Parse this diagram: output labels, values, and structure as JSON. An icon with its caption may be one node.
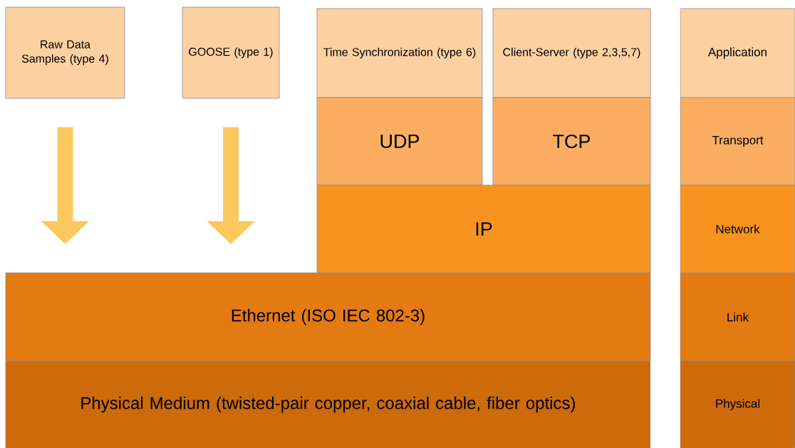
{
  "diagram": {
    "nodes": [
      {
        "text": [
          "Raw Data Samples (type 4)"
        ]
      },
      {
        "text": [
          "GOOSE (type 1)"
        ]
      },
      {
        "text": [
          "Time Synchronization (type 6)"
        ]
      },
      {
        "text": [
          "Client-Server (type 2,3,5,7)"
        ]
      },
      {
        "text": [
          "UDP"
        ]
      },
      {
        "text": [
          "TCP"
        ]
      },
      {
        "text": [
          "IP"
        ]
      },
      {
        "text": [
          "Ethernet (ISO IEC 802-3)"
        ]
      },
      {
        "text": [
          "Physical Medium (twisted-pair copper, coaxial cable, fiber optics)"
        ]
      },
      {
        "text": [
          "Application"
        ]
      },
      {
        "text": [
          "Transport"
        ]
      },
      {
        "text": [
          "Network"
        ]
      },
      {
        "text": [
          "Link"
        ]
      },
      {
        "text": [
          "Physical"
        ]
      }
    ],
    "edges": [
      {
        "from": 0,
        "to": 7,
        "arrow": "to"
      },
      {
        "from": 1,
        "to": 7,
        "arrow": "to"
      }
    ]
  }
}
